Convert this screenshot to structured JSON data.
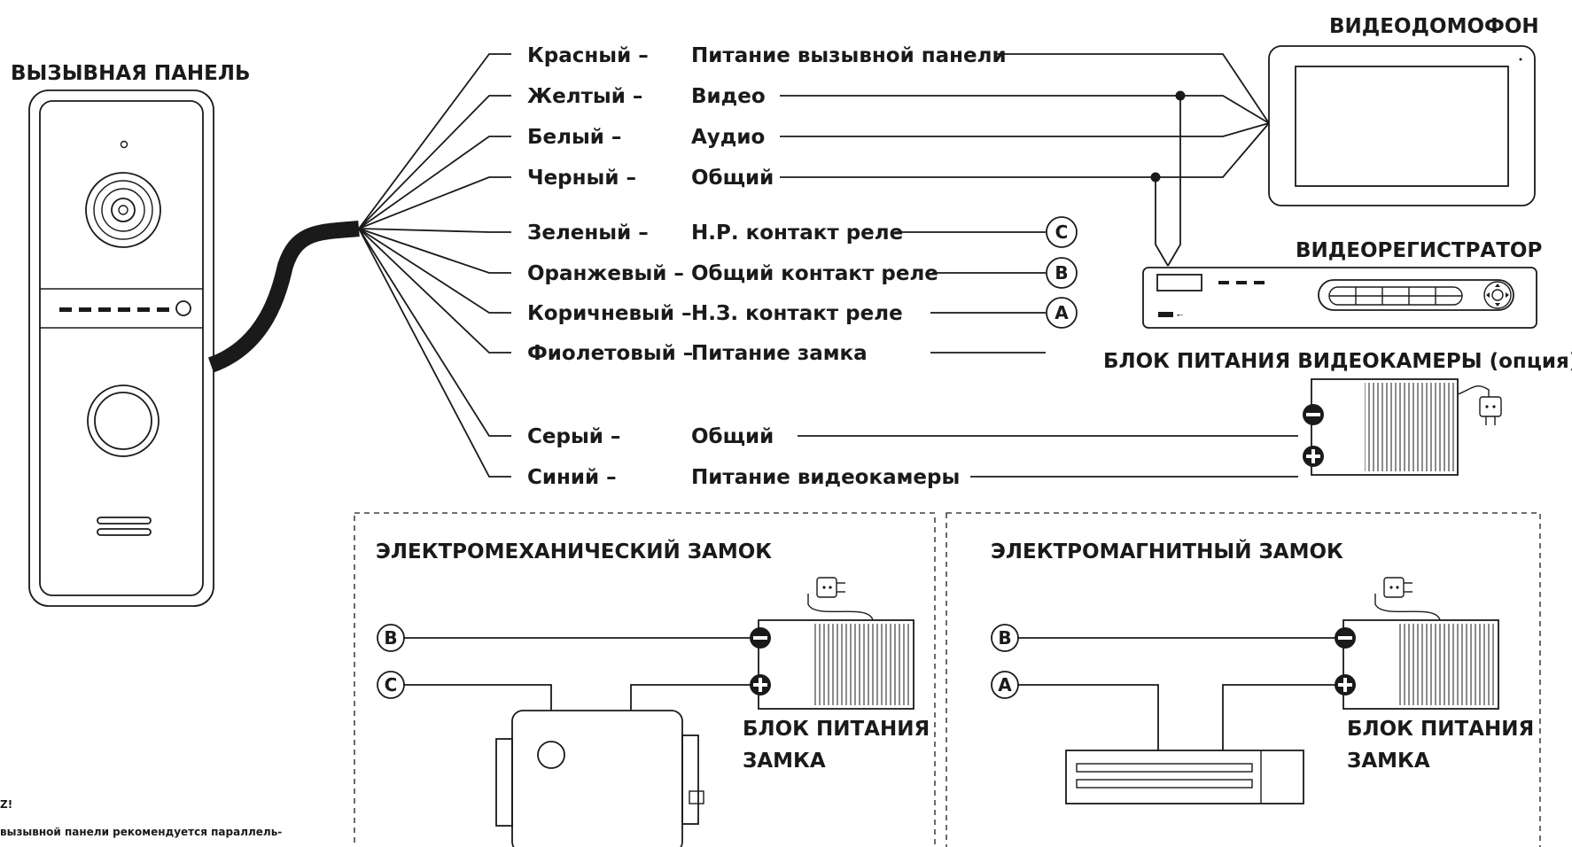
{
  "titles": {
    "call_panel": "ВЫЗЫВНАЯ ПАНЕЛЬ",
    "monitor": "ВИДЕОДОМОФОН",
    "recorder": "ВИДЕОРЕГИСТРАТОР",
    "camera_psu": "БЛОК ПИТАНИЯ ВИДЕОКАМЕРЫ (опция)"
  },
  "wires": [
    {
      "color_name": "Красный –",
      "function": "Питание вызывной панели"
    },
    {
      "color_name": "Желтый –",
      "function": "Видео"
    },
    {
      "color_name": "Белый –",
      "function": "Аудио"
    },
    {
      "color_name": "Черный –",
      "function": "Общий"
    },
    {
      "color_name": "Зеленый –",
      "function": "Н.Р. контакт реле",
      "terminal": "C"
    },
    {
      "color_name": "Оранжевый –",
      "function": "Общий контакт реле",
      "terminal": "B"
    },
    {
      "color_name": "Коричневый –",
      "function": "Н.З. контакт реле",
      "terminal": "A"
    },
    {
      "color_name": "Фиолетовый –",
      "function": "Питание замка"
    },
    {
      "color_name": "Серый –",
      "function": "Общий"
    },
    {
      "color_name": "Синий –",
      "function": "Питание видеокамеры"
    }
  ],
  "lock_boxes": [
    {
      "title": "ЭЛЕКТРОМЕХАНИЧЕСКИЙ ЗАМОК",
      "terminals": [
        "B",
        "C"
      ],
      "psu_label_line1": "БЛОК ПИТАНИЯ",
      "psu_label_line2": "ЗАМКА"
    },
    {
      "title": "ЭЛЕКТРОМАГНИТНЫЙ ЗАМОК",
      "terminals": [
        "B",
        "A"
      ],
      "psu_label_line1": "БЛОК ПИТАНИЯ",
      "psu_label_line2": "ЗАМКА"
    }
  ],
  "note": {
    "line1": "Z!",
    "line2": "вызывной панели рекомендуется параллель-"
  },
  "colors": {
    "ink": "#1a1a1a",
    "background": "#ffffff"
  }
}
